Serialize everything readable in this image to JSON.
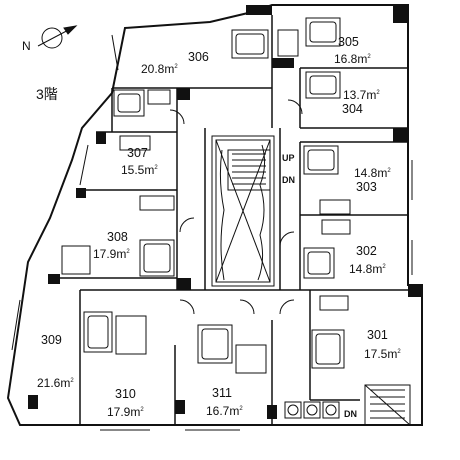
{
  "floor_label": "3階",
  "unit_sup": "2",
  "rooms": [
    {
      "id": "301",
      "area": "17.5m"
    },
    {
      "id": "302",
      "area": "14.8m"
    },
    {
      "id": "303",
      "area": "14.8m"
    },
    {
      "id": "304",
      "area": "13.7m"
    },
    {
      "id": "305",
      "area": "16.8m"
    },
    {
      "id": "306",
      "area": "20.8m"
    },
    {
      "id": "307",
      "area": "15.5m"
    },
    {
      "id": "308",
      "area": "17.9m"
    },
    {
      "id": "309",
      "area": "21.6m"
    },
    {
      "id": "310",
      "area": "17.9m"
    },
    {
      "id": "311",
      "area": "16.7m"
    }
  ],
  "stairs": {
    "up": "UP",
    "dn": "DN",
    "dn2": "DN"
  },
  "compass": {
    "north": "N"
  }
}
